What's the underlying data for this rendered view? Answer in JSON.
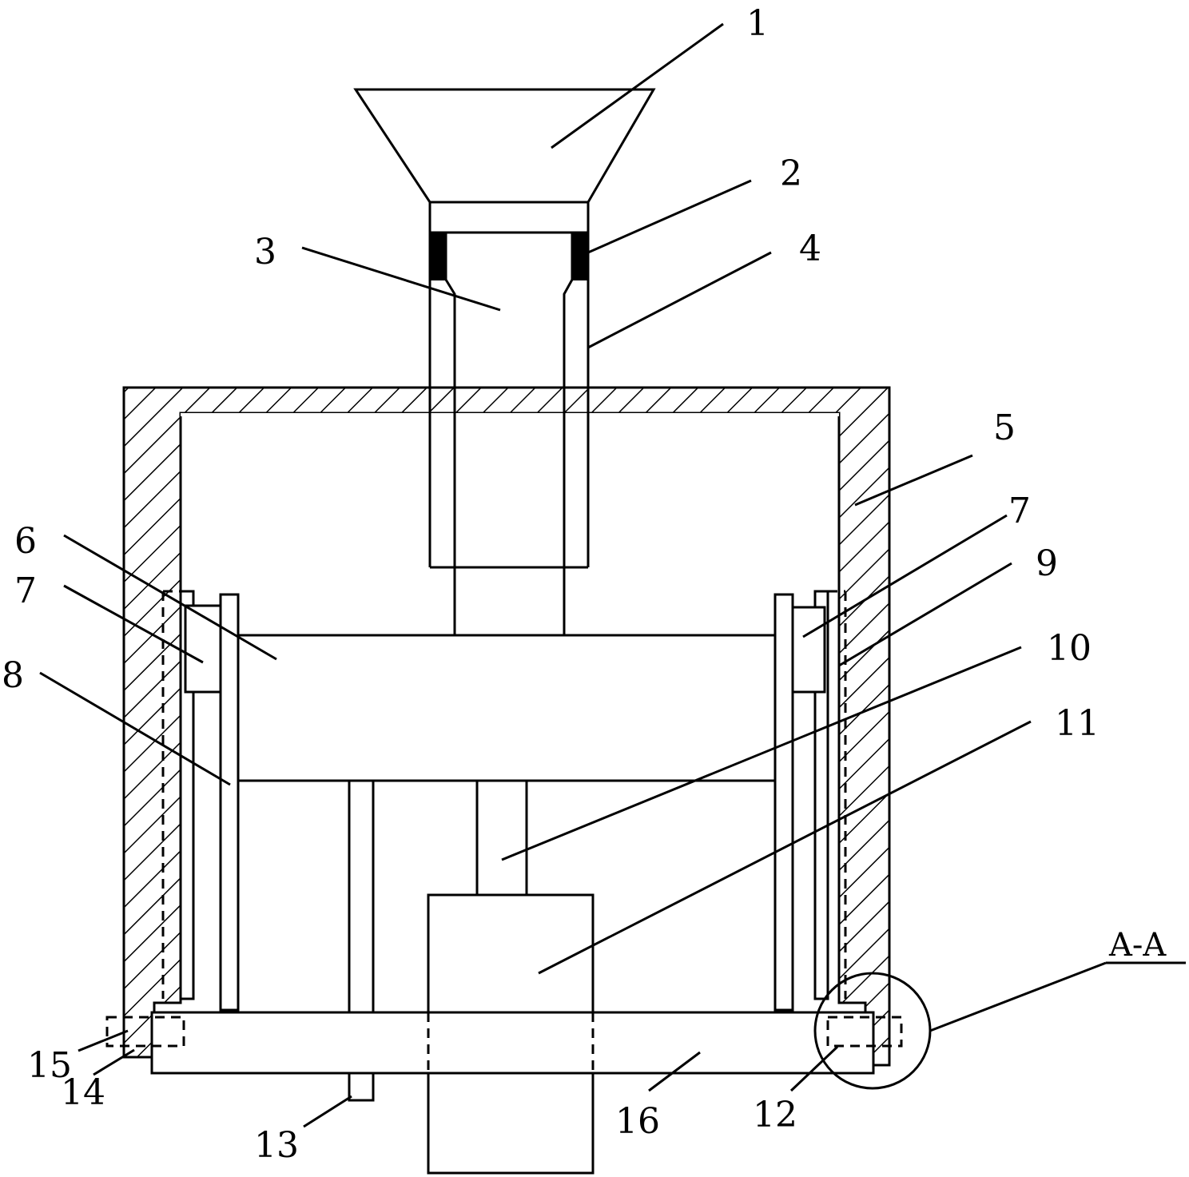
{
  "labels": {
    "l1": "1",
    "l2": "2",
    "l3": "3",
    "l4": "4",
    "l5": "5",
    "l6": "6",
    "l7a": "7",
    "l7b": "7",
    "l8": "8",
    "l9": "9",
    "l10": "10",
    "l11": "11",
    "l12": "12",
    "l13": "13",
    "l14": "14",
    "l15": "15",
    "l16": "16",
    "section": "A-A"
  },
  "colors": {
    "line": "#000000",
    "background": "#ffffff"
  }
}
